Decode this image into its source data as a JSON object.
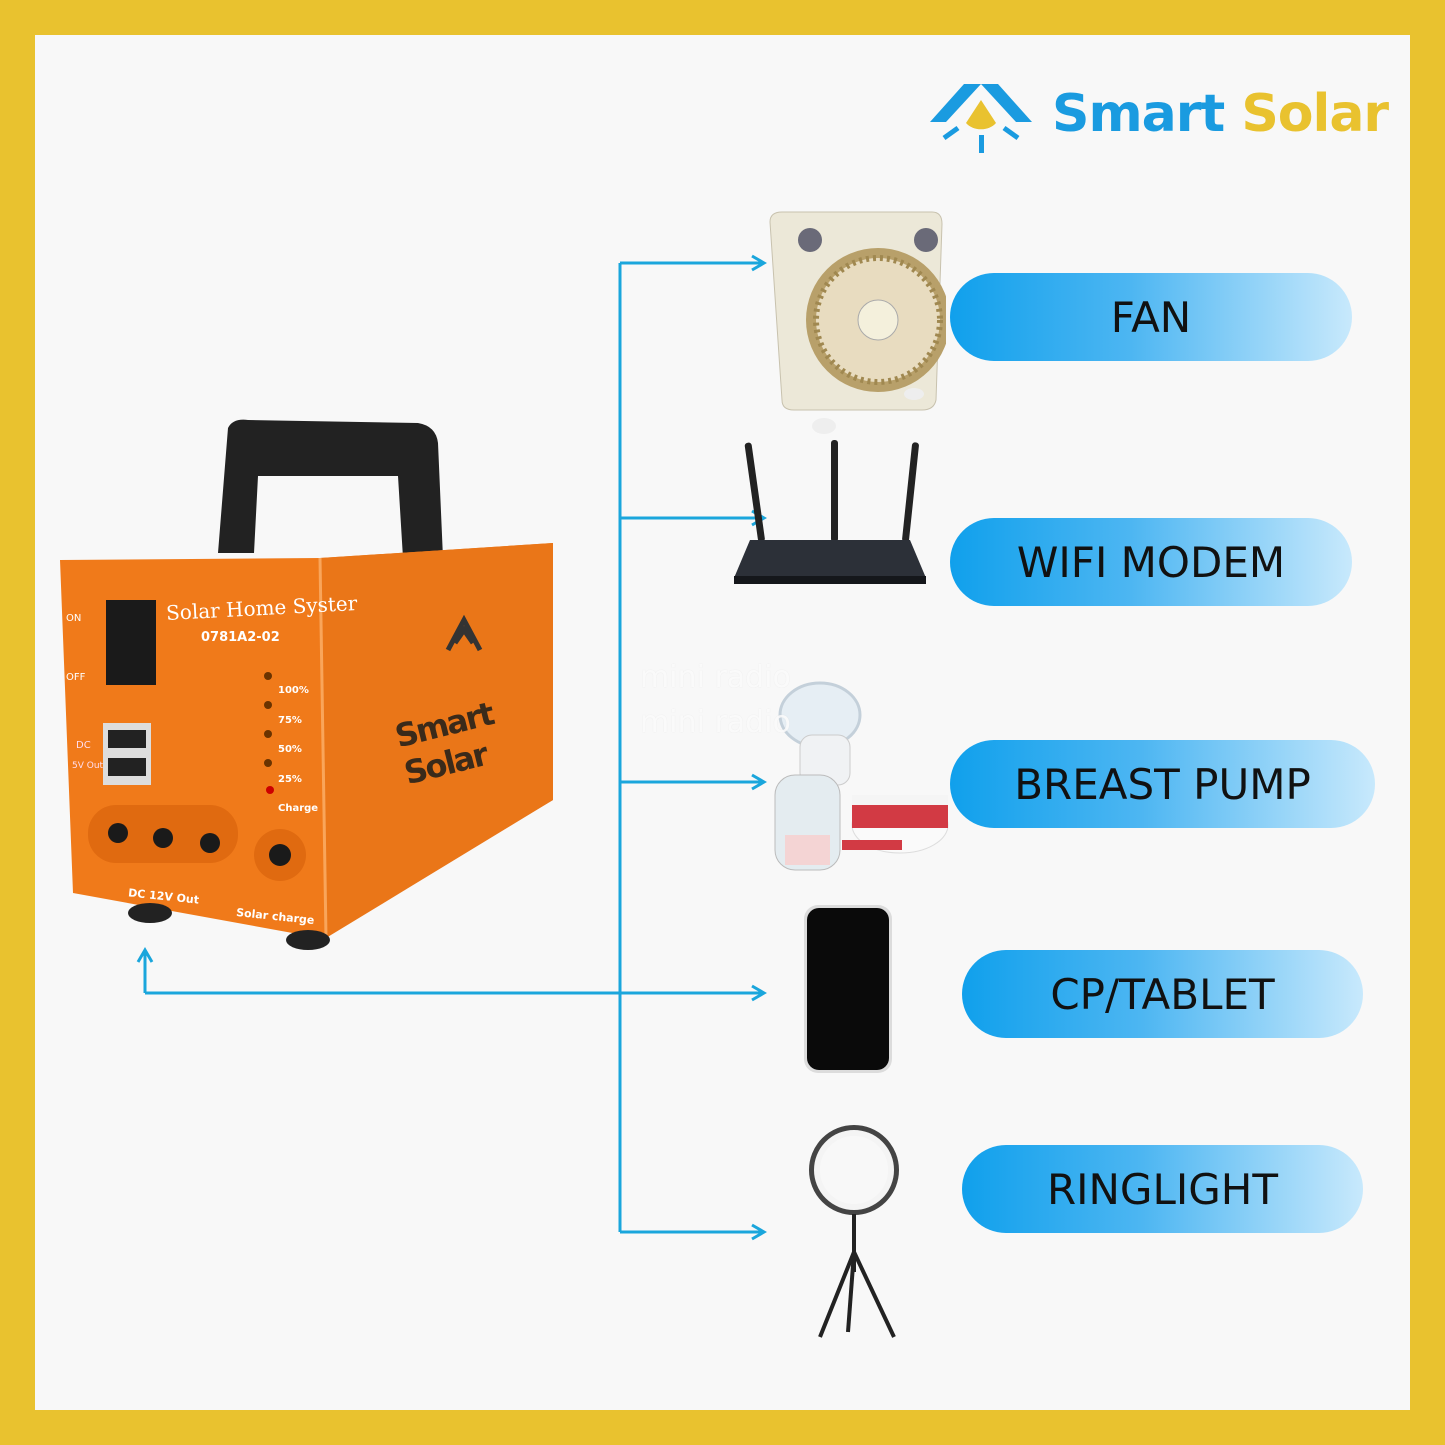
{
  "brand": {
    "name_part1": "Smart",
    "name_part2": "Solar",
    "blue": "#1a9be0",
    "yellow": "#e9c22f"
  },
  "device": {
    "panel_title": "Solar Home Syster",
    "model": "0781A2-02",
    "switch_on": "ON",
    "switch_off": "OFF",
    "usb_label_1": "DC",
    "usb_label_2": "5V Out",
    "levels": [
      "100%",
      "75%",
      "50%",
      "25%",
      "Charge"
    ],
    "dc_out": "DC 12V Out",
    "solar_charge": "Solar charge",
    "side_brand": "Smart Solar",
    "color": "#f07a1a"
  },
  "watermark": [
    "mini radio",
    "mini radio"
  ],
  "appliances": [
    {
      "label": "FAN",
      "icon": "fan"
    },
    {
      "label": "WIFI MODEM",
      "icon": "router"
    },
    {
      "label": "BREAST PUMP",
      "icon": "breast-pump"
    },
    {
      "label": "CP/TABLET",
      "icon": "phone"
    },
    {
      "label": "RINGLIGHT",
      "icon": "ring-light"
    }
  ],
  "connector_color": "#1aa6dc"
}
